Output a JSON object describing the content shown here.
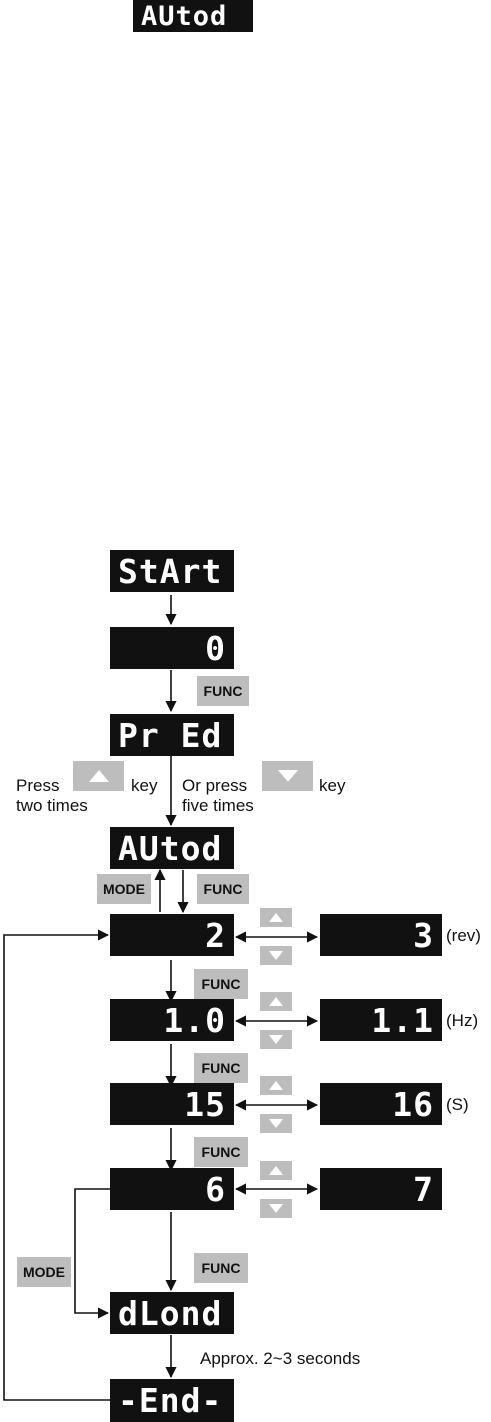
{
  "top_display": "AUtod",
  "flow": {
    "start": "StArt",
    "zero": "0",
    "pr_ed": "Pr Ed",
    "autod": "AUtod",
    "dlond": "dLond",
    "end": "-End-"
  },
  "keys": {
    "func": "FUNC",
    "mode": "MODE"
  },
  "instructions": {
    "press_left": "Press",
    "key_left": "key",
    "two_times": "two times",
    "or_press": "Or press",
    "key_right": "key",
    "five_times": "five times",
    "approx": "Approx. 2~3 seconds"
  },
  "rows": [
    {
      "left": "2",
      "right": "3",
      "unit": "(rev)"
    },
    {
      "left": "1.0",
      "right": "1.1",
      "unit": "(Hz)"
    },
    {
      "left": "15",
      "right": "16",
      "unit": "(S)"
    },
    {
      "left": "6",
      "right": "7",
      "unit": ""
    }
  ],
  "colors": {
    "display_bg": "#111111",
    "display_text": "#ffffff",
    "key_bg": "#bdbdbd",
    "key_arrow": "#ffffff"
  },
  "icons": {
    "up": "up-triangle-icon",
    "down": "down-triangle-icon"
  }
}
